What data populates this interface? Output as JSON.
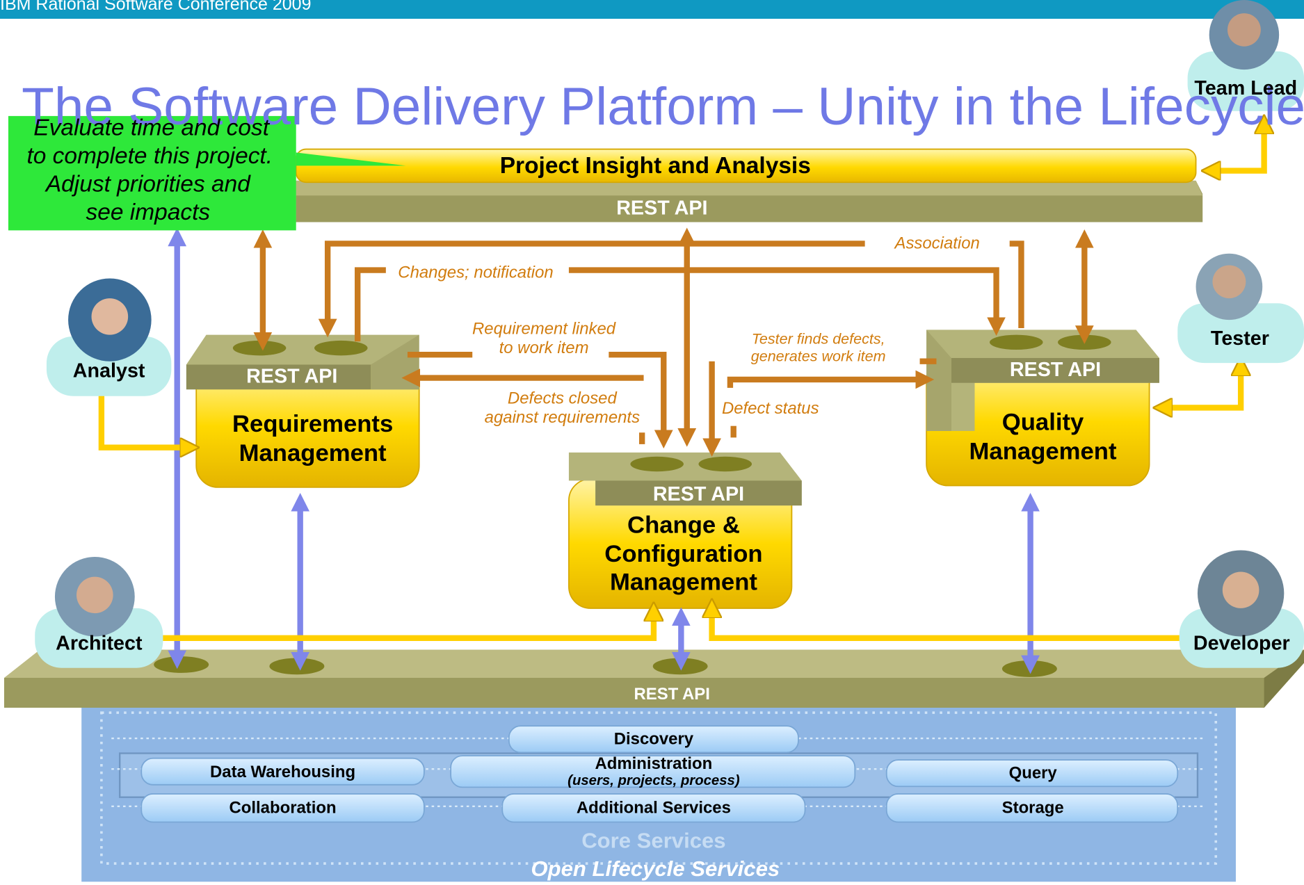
{
  "header": {
    "text": "IBM Rational Software Conference 2009"
  },
  "title": "The Software Delivery Platform – Unity in the Lifecycle",
  "callout": {
    "lines": [
      "Evaluate time and cost",
      "to complete this project.",
      "Adjust priorities and",
      "see impacts"
    ]
  },
  "bars": {
    "insight": "Project Insight and Analysis",
    "top_api": "REST API",
    "bottom_api": "REST API"
  },
  "modules": {
    "requirements": {
      "api": "REST API",
      "lines": [
        "Requirements",
        "Management"
      ]
    },
    "ccm": {
      "api": "REST API",
      "lines": [
        "Change &",
        "Configuration",
        "Management"
      ]
    },
    "quality": {
      "api": "REST API",
      "lines": [
        "Quality",
        "Management"
      ]
    }
  },
  "annotations": {
    "association": "Association",
    "changes": "Changes; notification",
    "req_linked": [
      "Requirement linked",
      "to work item"
    ],
    "defects_closed": [
      "Defects closed",
      "against requirements"
    ],
    "tester_finds": [
      "Tester finds defects,",
      "generates work item"
    ],
    "defect_status": "Defect status"
  },
  "roles": {
    "team_lead": "Team Lead",
    "tester": "Tester",
    "analyst": "Analyst",
    "architect": "Architect",
    "developer": "Developer"
  },
  "services": {
    "discovery": "Discovery",
    "data_warehousing": "Data Warehousing",
    "administration": "Administration",
    "administration_sub": "(users, projects, process)",
    "query": "Query",
    "collaboration": "Collaboration",
    "additional": "Additional Services",
    "storage": "Storage",
    "core": "Core Services",
    "open": "Open Lifecycle Services"
  },
  "colors": {
    "header": "#0f99c2",
    "title": "#6f79e6",
    "callout": "#2ee83a",
    "yellow": "#ffd900",
    "olive": "#9b9a5e",
    "orange_arrow": "#c97b1f",
    "blue_arrow": "#7f86ea",
    "services_panel": "#8fb6e4",
    "service_pill": "#b9dbfa",
    "role_bubble": "#bfeeec"
  }
}
